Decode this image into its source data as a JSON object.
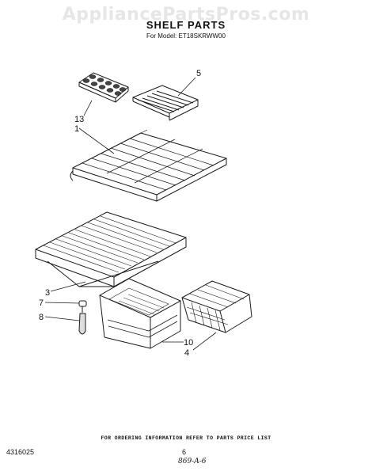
{
  "watermark": "AppliancePartsPros.com",
  "header": {
    "title": "SHELF PARTS",
    "subtitle": "For Model: ET18SKRWW00"
  },
  "callouts": {
    "part_5": "5",
    "part_13": "13",
    "part_1": "1",
    "part_3": "3",
    "part_7": "7",
    "part_8": "8",
    "part_10": "10",
    "part_4": "4"
  },
  "footer": {
    "note": "FOR ORDERING INFORMATION REFER TO PARTS PRICE LIST",
    "doc_number": "4316025",
    "page_number": "6",
    "handwritten": "869-A-6"
  }
}
